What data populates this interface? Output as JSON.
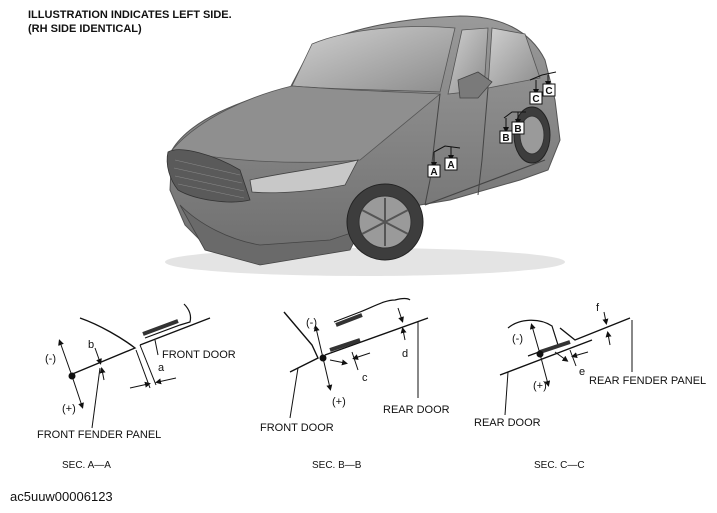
{
  "header": {
    "line1": "ILLUSTRATION INDICATES LEFT SIDE.",
    "line2": "(RH SIDE IDENTICAL)"
  },
  "car_tags": {
    "a1": "A",
    "a2": "A",
    "b1": "B",
    "b2": "B",
    "c1": "C",
    "c2": "C"
  },
  "sec_a": {
    "caption": "SEC. A—A",
    "front_door": "FRONT DOOR",
    "front_fender_panel": "FRONT FENDER PANEL",
    "minus": "(-)",
    "plus": "(+)",
    "dim_a": "a",
    "dim_b": "b"
  },
  "sec_b": {
    "caption": "SEC. B—B",
    "front_door": "FRONT DOOR",
    "rear_door": "REAR DOOR",
    "minus": "(-)",
    "plus": "(+)",
    "dim_c": "c",
    "dim_d": "d"
  },
  "sec_c": {
    "caption": "SEC. C—C",
    "rear_door": "REAR DOOR",
    "rear_fender_panel": "REAR FENDER PANEL",
    "minus": "(-)",
    "plus": "(+)",
    "dim_e": "e",
    "dim_f": "f"
  },
  "footer": {
    "code": "ac5uuw00006123"
  }
}
